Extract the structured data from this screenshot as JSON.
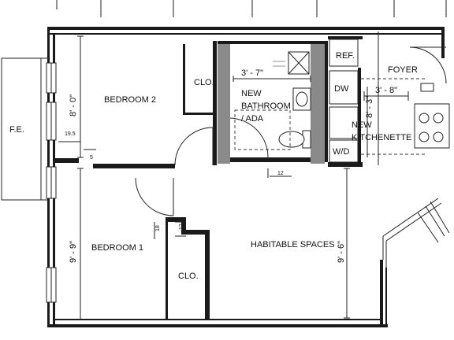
{
  "rooms": {
    "bedroom2": "BEDROOM 2",
    "bedroom1": "BEDROOM 1",
    "closet_top": "CLO.",
    "closet_bottom": "CLO.",
    "bathroom_line1": "NEW",
    "bathroom_line2": "BATHROOM",
    "bathroom_line3": "/ ADA",
    "kitchenette_line1": "NEW",
    "kitchenette_line2": "KITCHENETTE",
    "foyer": "FOYER",
    "habitable": "HABITABLE SPACES",
    "fire_escape": "F.E.",
    "refrigerator": "REF.",
    "dishwasher": "DW",
    "washer_dryer": "W/D"
  },
  "dimensions": {
    "bedroom2_height": "8' - 0\"",
    "bedroom1_height": "9' - 9\"",
    "habitable_height": "9' - 6\"",
    "bath_width": "3' - 7\"",
    "foyer_width": "3' - 8\"",
    "kitchenette_vertical": "8' - 3\"",
    "small_19_5": "19.5",
    "small_5": "5",
    "small_12": "12",
    "small_18": "18",
    "small_12b": "12"
  }
}
